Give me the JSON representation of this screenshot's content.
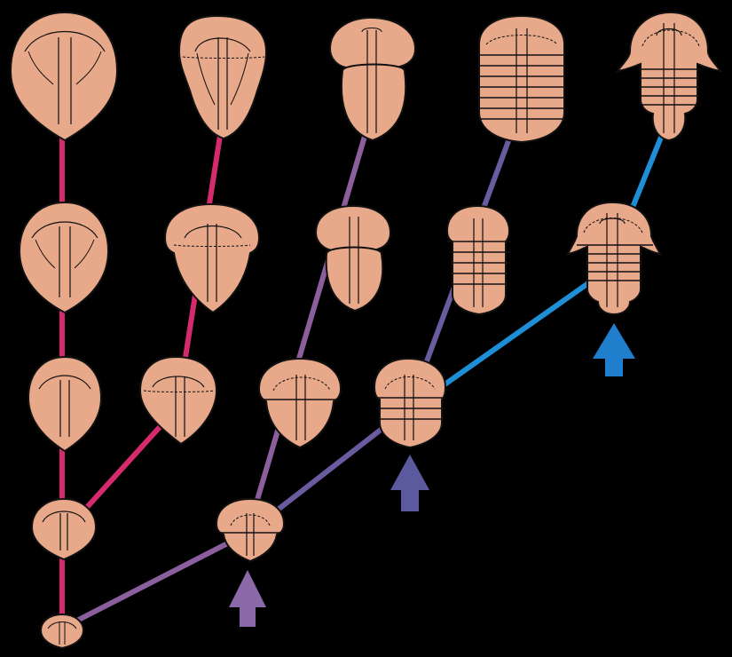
{
  "diagram": {
    "kind": "trilobite evolutionary tree",
    "colors": {
      "background": "#000000",
      "body": "#E8A88A",
      "outline": "#111111",
      "lineage_magenta": "#D62A6E",
      "lineage_violet": "#8B5E9E",
      "lineage_indigo": "#6A5AA0",
      "lineage_blue": "#1E8FD6",
      "arrow_purple": "#8B68A8",
      "arrow_indigo": "#5C5A9E",
      "arrow_blue": "#1F7FCC"
    },
    "specimen_count": 17,
    "innovation_arrows": 3
  }
}
